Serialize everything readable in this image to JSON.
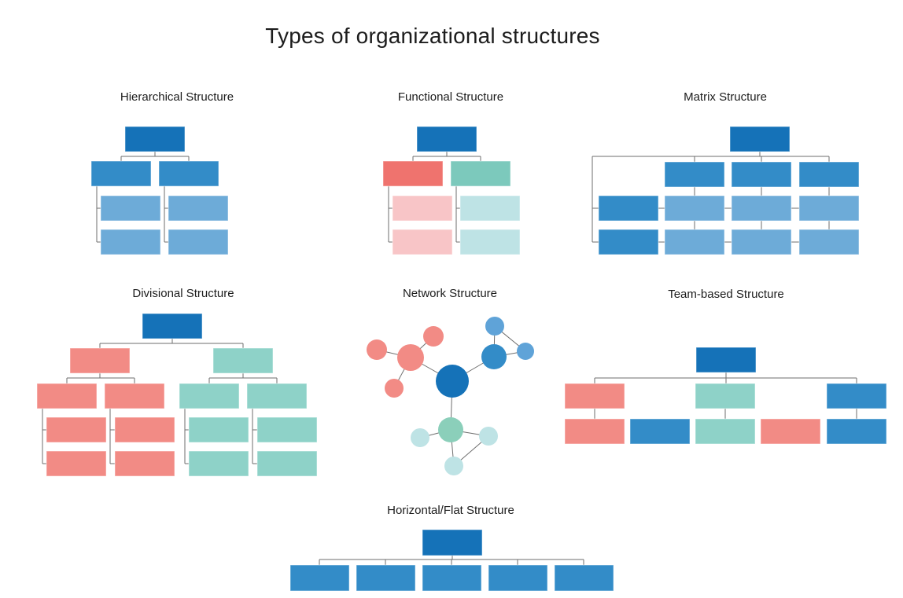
{
  "page_title": "Types of organizational structures",
  "sections": [
    {
      "label": "Hierarchical Structure"
    },
    {
      "label": "Functional Structure"
    },
    {
      "label": "Matrix Structure"
    },
    {
      "label": "Divisional Structure"
    },
    {
      "label": "Network Structure"
    },
    {
      "label": "Team-based Structure"
    },
    {
      "label": "Horizontal/Flat Structure"
    }
  ],
  "palette": {
    "dark_blue": "#1572b8",
    "med_blue": "#338cc8",
    "light_blue": "#6dabd8",
    "sky_blue": "#5fa3d8",
    "salmon_strong": "#ef736e",
    "salmon": "#f28b85",
    "pink": "#f8c5c7",
    "teal_strong": "#7cc9bc",
    "teal": "#8ed2c8",
    "teal_light": "#bee3e5",
    "green_teal": "#8bcfba",
    "line": "#6e6e6e",
    "text": "#1c1c1c",
    "background": "#ffffff"
  },
  "figure": {
    "rects": [
      [
        159,
        161,
        76,
        32,
        "dark_blue",
        "hierarchical"
      ],
      [
        116,
        205,
        76,
        32,
        "med_blue",
        "hierarchical"
      ],
      [
        202,
        205,
        76,
        32,
        "med_blue",
        "hierarchical"
      ],
      [
        128,
        249,
        76,
        32,
        "light_blue",
        "hierarchical"
      ],
      [
        214,
        249,
        76,
        32,
        "light_blue",
        "hierarchical"
      ],
      [
        128,
        292,
        76,
        32,
        "light_blue",
        "hierarchical"
      ],
      [
        214,
        292,
        76,
        32,
        "light_blue",
        "hierarchical"
      ],
      [
        530,
        161,
        76,
        32,
        "dark_blue",
        "functional"
      ],
      [
        487,
        205,
        76,
        32,
        "salmon_strong",
        "functional"
      ],
      [
        573,
        205,
        76,
        32,
        "teal_strong",
        "functional"
      ],
      [
        499,
        249,
        76,
        32,
        "pink",
        "functional"
      ],
      [
        499,
        292,
        76,
        32,
        "pink",
        "functional"
      ],
      [
        585,
        249,
        76,
        32,
        "teal_light",
        "functional"
      ],
      [
        585,
        292,
        76,
        32,
        "teal_light",
        "functional"
      ],
      [
        928,
        161,
        76,
        32,
        "dark_blue",
        "matrix"
      ],
      [
        845,
        206,
        76,
        32,
        "med_blue",
        "matrix"
      ],
      [
        930,
        206,
        76,
        32,
        "med_blue",
        "matrix"
      ],
      [
        1016,
        206,
        76,
        32,
        "med_blue",
        "matrix"
      ],
      [
        761,
        249,
        76,
        32,
        "med_blue",
        "matrix"
      ],
      [
        845,
        249,
        76,
        32,
        "light_blue",
        "matrix"
      ],
      [
        930,
        249,
        76,
        32,
        "light_blue",
        "matrix"
      ],
      [
        1016,
        249,
        76,
        32,
        "light_blue",
        "matrix"
      ],
      [
        761,
        292,
        76,
        32,
        "med_blue",
        "matrix"
      ],
      [
        845,
        292,
        76,
        32,
        "light_blue",
        "matrix"
      ],
      [
        930,
        292,
        76,
        32,
        "light_blue",
        "matrix"
      ],
      [
        1016,
        292,
        76,
        32,
        "light_blue",
        "matrix"
      ],
      [
        181,
        399,
        76,
        32,
        "dark_blue",
        "divisional"
      ],
      [
        89,
        443,
        76,
        32,
        "salmon",
        "divisional"
      ],
      [
        271,
        443,
        76,
        32,
        "teal",
        "divisional"
      ],
      [
        47,
        488,
        76,
        32,
        "salmon",
        "divisional"
      ],
      [
        133,
        488,
        76,
        32,
        "salmon",
        "divisional"
      ],
      [
        228,
        488,
        76,
        32,
        "teal",
        "divisional"
      ],
      [
        314,
        488,
        76,
        32,
        "teal",
        "divisional"
      ],
      [
        59,
        531,
        76,
        32,
        "salmon",
        "divisional"
      ],
      [
        146,
        531,
        76,
        32,
        "salmon",
        "divisional"
      ],
      [
        59,
        574,
        76,
        32,
        "salmon",
        "divisional"
      ],
      [
        146,
        574,
        76,
        32,
        "salmon",
        "divisional"
      ],
      [
        240,
        531,
        76,
        32,
        "teal",
        "divisional"
      ],
      [
        327,
        531,
        76,
        32,
        "teal",
        "divisional"
      ],
      [
        240,
        574,
        76,
        32,
        "teal",
        "divisional"
      ],
      [
        327,
        574,
        76,
        32,
        "teal",
        "divisional"
      ],
      [
        885,
        442,
        76,
        32,
        "dark_blue",
        "team"
      ],
      [
        718,
        488,
        76,
        32,
        "salmon",
        "team"
      ],
      [
        884,
        488,
        76,
        32,
        "teal",
        "team"
      ],
      [
        1051,
        488,
        76,
        32,
        "med_blue",
        "team"
      ],
      [
        718,
        533,
        76,
        32,
        "salmon",
        "team"
      ],
      [
        801,
        533,
        76,
        32,
        "med_blue",
        "team"
      ],
      [
        884,
        533,
        76,
        32,
        "teal",
        "team"
      ],
      [
        967,
        533,
        76,
        32,
        "salmon",
        "team"
      ],
      [
        1051,
        533,
        76,
        32,
        "med_blue",
        "team"
      ],
      [
        537,
        674,
        76,
        33,
        "dark_blue",
        "flat"
      ],
      [
        369,
        719,
        75,
        33,
        "med_blue",
        "flat"
      ],
      [
        453,
        719,
        75,
        33,
        "med_blue",
        "flat"
      ],
      [
        537,
        719,
        75,
        33,
        "med_blue",
        "flat"
      ],
      [
        621,
        719,
        75,
        33,
        "med_blue",
        "flat"
      ],
      [
        705,
        719,
        75,
        33,
        "med_blue",
        "flat"
      ]
    ],
    "lines": [
      [
        197,
        193,
        197,
        199
      ],
      [
        154,
        199,
        240,
        199
      ],
      [
        154,
        199,
        154,
        205
      ],
      [
        240,
        199,
        240,
        205
      ],
      [
        123,
        237,
        123,
        308
      ],
      [
        123,
        265,
        128,
        265
      ],
      [
        123,
        308,
        128,
        308
      ],
      [
        209,
        237,
        209,
        308
      ],
      [
        209,
        265,
        214,
        265
      ],
      [
        209,
        308,
        214,
        308
      ],
      [
        568,
        193,
        568,
        199
      ],
      [
        525,
        199,
        611,
        199
      ],
      [
        525,
        199,
        525,
        205
      ],
      [
        611,
        199,
        611,
        205
      ],
      [
        494,
        237,
        494,
        308
      ],
      [
        494,
        265,
        499,
        265
      ],
      [
        494,
        308,
        499,
        308
      ],
      [
        580,
        237,
        580,
        308
      ],
      [
        580,
        265,
        585,
        265
      ],
      [
        580,
        308,
        585,
        308
      ],
      [
        966,
        193,
        966,
        199
      ],
      [
        753,
        199,
        1054,
        199
      ],
      [
        883,
        199,
        883,
        206
      ],
      [
        968,
        199,
        968,
        206
      ],
      [
        1054,
        199,
        1054,
        206
      ],
      [
        753,
        199,
        753,
        308
      ],
      [
        753,
        265,
        761,
        265
      ],
      [
        753,
        308,
        761,
        308
      ],
      [
        837,
        265,
        845,
        265
      ],
      [
        921,
        265,
        930,
        265
      ],
      [
        1006,
        265,
        1016,
        265
      ],
      [
        837,
        308,
        845,
        308
      ],
      [
        921,
        308,
        930,
        308
      ],
      [
        1006,
        308,
        1016,
        308
      ],
      [
        883,
        238,
        883,
        249
      ],
      [
        968,
        238,
        968,
        249
      ],
      [
        1054,
        238,
        1054,
        249
      ],
      [
        883,
        281,
        883,
        292
      ],
      [
        968,
        281,
        968,
        292
      ],
      [
        1054,
        281,
        1054,
        292
      ],
      [
        219,
        431,
        219,
        437
      ],
      [
        127,
        437,
        309,
        437
      ],
      [
        127,
        437,
        127,
        443
      ],
      [
        309,
        437,
        309,
        443
      ],
      [
        127,
        475,
        127,
        481
      ],
      [
        85,
        481,
        171,
        481
      ],
      [
        85,
        481,
        85,
        488
      ],
      [
        171,
        481,
        171,
        488
      ],
      [
        54,
        520,
        54,
        590
      ],
      [
        54,
        547,
        59,
        547
      ],
      [
        54,
        590,
        59,
        590
      ],
      [
        140,
        520,
        140,
        590
      ],
      [
        140,
        547,
        146,
        547
      ],
      [
        140,
        590,
        146,
        590
      ],
      [
        309,
        475,
        309,
        481
      ],
      [
        266,
        481,
        352,
        481
      ],
      [
        266,
        481,
        266,
        488
      ],
      [
        352,
        481,
        352,
        488
      ],
      [
        235,
        520,
        235,
        590
      ],
      [
        235,
        547,
        240,
        547
      ],
      [
        235,
        590,
        240,
        590
      ],
      [
        321,
        520,
        321,
        590
      ],
      [
        321,
        547,
        327,
        547
      ],
      [
        321,
        590,
        327,
        590
      ],
      [
        923,
        474,
        923,
        481
      ],
      [
        756,
        481,
        1089,
        481
      ],
      [
        756,
        481,
        756,
        488
      ],
      [
        923,
        481,
        923,
        488
      ],
      [
        1089,
        481,
        1089,
        488
      ],
      [
        756,
        520,
        756,
        533
      ],
      [
        922,
        520,
        922,
        533
      ],
      [
        1089,
        520,
        1089,
        533
      ],
      [
        575,
        707,
        575,
        712
      ],
      [
        406,
        712,
        742,
        712
      ],
      [
        406,
        712,
        406,
        719
      ],
      [
        490,
        712,
        490,
        719
      ],
      [
        574,
        712,
        574,
        719
      ],
      [
        658,
        712,
        658,
        719
      ],
      [
        742,
        712,
        742,
        719
      ]
    ],
    "edges": [
      [
        575,
        485,
        522,
        455
      ],
      [
        575,
        485,
        628,
        454
      ],
      [
        575,
        485,
        573,
        547
      ],
      [
        522,
        455,
        551,
        428
      ],
      [
        522,
        455,
        479,
        445
      ],
      [
        522,
        455,
        501,
        494
      ],
      [
        628,
        454,
        629,
        415
      ],
      [
        628,
        454,
        668,
        447
      ],
      [
        629,
        415,
        668,
        447
      ],
      [
        573,
        547,
        534,
        557
      ],
      [
        573,
        547,
        621,
        555
      ],
      [
        573,
        547,
        577,
        593
      ],
      [
        577,
        593,
        621,
        555
      ]
    ],
    "circles": [
      [
        575,
        485,
        21,
        "dark_blue"
      ],
      [
        522,
        455,
        17,
        "salmon"
      ],
      [
        551,
        428,
        13,
        "salmon"
      ],
      [
        479,
        445,
        13,
        "salmon"
      ],
      [
        501,
        494,
        12,
        "salmon"
      ],
      [
        628,
        454,
        16,
        "med_blue"
      ],
      [
        629,
        415,
        12,
        "sky_blue"
      ],
      [
        668,
        447,
        11,
        "sky_blue"
      ],
      [
        573,
        547,
        16,
        "green_teal"
      ],
      [
        534,
        557,
        12,
        "teal_light"
      ],
      [
        621,
        555,
        12,
        "teal_light"
      ],
      [
        577,
        593,
        12,
        "teal_light"
      ]
    ]
  }
}
